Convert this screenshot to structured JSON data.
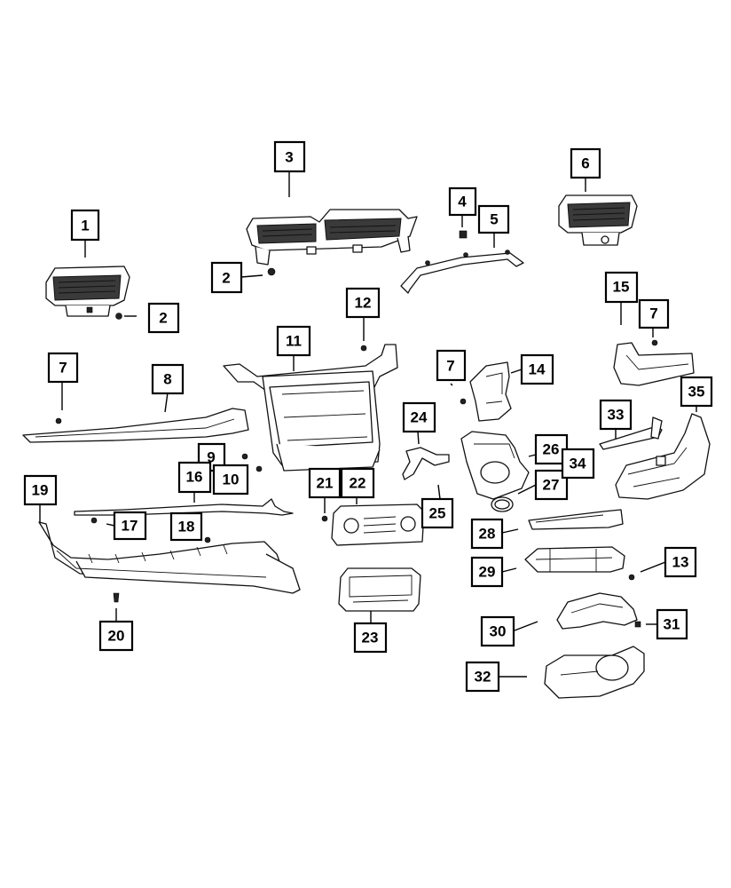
{
  "diagram": {
    "callouts": [
      "1",
      "2",
      "2",
      "3",
      "4",
      "5",
      "6",
      "7",
      "7",
      "7",
      "7",
      "8",
      "9",
      "10",
      "11",
      "12",
      "13",
      "14",
      "15",
      "16",
      "17",
      "18",
      "19",
      "20",
      "21",
      "22",
      "23",
      "24",
      "25",
      "26",
      "27",
      "28",
      "29",
      "30",
      "31",
      "32",
      "33",
      "34",
      "35"
    ]
  }
}
